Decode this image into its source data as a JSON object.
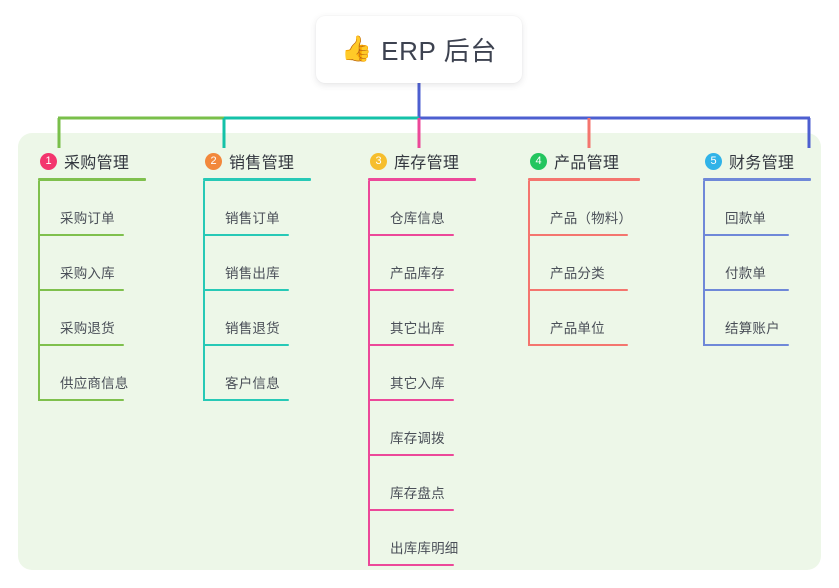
{
  "root": {
    "icon": "thumbs-up-icon",
    "emoji": "👍",
    "title": "ERP 后台"
  },
  "palette": {
    "panel_bg": "#edf7e8",
    "page_bg": "#ffffff",
    "text": "#33373f",
    "leaf_text": "#4a4f58",
    "bus_green": "#79bf4a",
    "bus_teal": "#14c2a8",
    "bus_blue": "#4d5fd0"
  },
  "columns": [
    {
      "index": "1",
      "label": "采购管理",
      "badge_color": "#f3356d",
      "line_color": "#7fc04d",
      "drop_color": "#79bf4a",
      "rule_width": 108,
      "leaf_rule_width": 86,
      "items": [
        "采购订单",
        "采购入库",
        "采购退货",
        "供应商信息"
      ]
    },
    {
      "index": "2",
      "label": "销售管理",
      "badge_color": "#f2883c",
      "line_color": "#27c9b6",
      "drop_color": "#14c2a8",
      "rule_width": 108,
      "leaf_rule_width": 86,
      "items": [
        "销售订单",
        "销售出库",
        "销售退货",
        "客户信息"
      ]
    },
    {
      "index": "3",
      "label": "库存管理",
      "badge_color": "#f6be2c",
      "line_color": "#ec4899",
      "drop_color": "#ec4899",
      "rule_width": 108,
      "leaf_rule_width": 86,
      "items": [
        "仓库信息",
        "产品库存",
        "其它出库",
        "其它入库",
        "库存调拨",
        "库存盘点",
        "出库库明细"
      ]
    },
    {
      "index": "4",
      "label": "产品管理",
      "badge_color": "#23c55e",
      "line_color": "#f4756e",
      "drop_color": "#f4756e",
      "rule_width": 112,
      "leaf_rule_width": 100,
      "items": [
        "产品（物料）",
        "产品分类",
        "产品单位"
      ]
    },
    {
      "index": "5",
      "label": "财务管理",
      "badge_color": "#30b3e8",
      "line_color": "#6f88d8",
      "drop_color": "#4d5fd0",
      "rule_width": 108,
      "leaf_rule_width": 86,
      "items": [
        "回款单",
        "付款单",
        "结算账户"
      ]
    }
  ]
}
